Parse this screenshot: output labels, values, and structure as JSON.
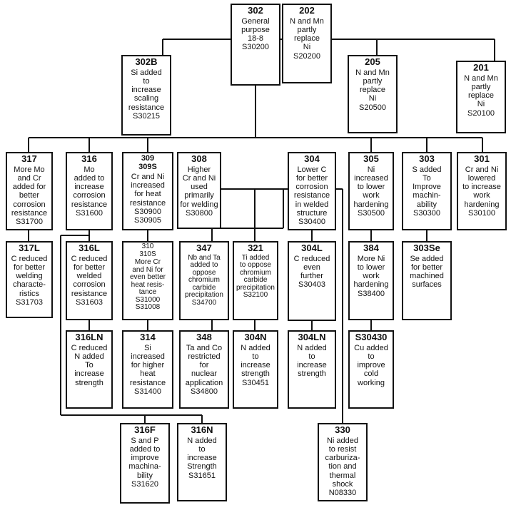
{
  "grades": {
    "g302": {
      "grade": "302",
      "desc": "General\npurpose\n18-8\nS30200"
    },
    "g202": {
      "grade": "202",
      "desc": "N and Mn\npartly\nreplace\nNi\nS20200"
    },
    "g302b": {
      "grade": "302B",
      "desc": "Si added\nto\nincrease\nscaling\nresistance\nS30215"
    },
    "g205": {
      "grade": "205",
      "desc": "N and Mn\npartly\nreplace\nNi\nS20500"
    },
    "g201": {
      "grade": "201",
      "desc": "N and Mn\npartly\nreplace\nNi\nS20100"
    },
    "g317": {
      "grade": "317",
      "desc": "More Mo\nand Cr\nadded for\nbetter\ncorrosion\nresistance\nS31700"
    },
    "g316": {
      "grade": "316",
      "desc": "Mo\nadded to\nincrease\ncorrosion\nresistance\nS31600"
    },
    "g309s": {
      "grade": "309\n309S",
      "desc": "Cr and Ni\nincreased\nfor heat\nresistance\nS30900\nS30905"
    },
    "g308": {
      "grade": "308",
      "desc": "Higher\nCr and Ni\nused\nprimarily\nfor welding\nS30800"
    },
    "g304": {
      "grade": "304",
      "desc": "Lower C\nfor better\ncorrosion\nresistance\nin welded\nstructure\nS30400"
    },
    "g305": {
      "grade": "305",
      "desc": "Ni\nincreased\nto lower\nwork\nhardening\nS30500"
    },
    "g303": {
      "grade": "303",
      "desc": "S added\nTo\nImprove\nmachin-\nability\nS30300"
    },
    "g301": {
      "grade": "301",
      "desc": "Cr and Ni\nlowered\nto increase\nwork\nhardening\nS30100"
    },
    "g317l": {
      "grade": "317L",
      "desc": "C reduced\nfor better\nwelding\ncharacte-\nristics\nS31703"
    },
    "g316l": {
      "grade": "316L",
      "desc": "C reduced\nfor better\nwelded\ncorrosion\nresistance\nS31603"
    },
    "g310s": {
      "grade": "310\n310S",
      "desc": "More Cr\nand Ni for\neven better\nheat resis-\ntance\nS31000\nS31008"
    },
    "g347": {
      "grade": "347",
      "desc": "Nb and Ta\nadded to\noppose\nchromium\ncarbide\nprecipitation\nS34700"
    },
    "g321": {
      "grade": "321",
      "desc": "Ti added\nto oppose\nchromium\ncarbide\nprecipitation\nS32100"
    },
    "g304l": {
      "grade": "304L",
      "desc": "C reduced\neven\nfurther\nS30403"
    },
    "g384": {
      "grade": "384",
      "desc": "More Ni\nto lower\nwork\nhardening\nS38400"
    },
    "g303se": {
      "grade": "303Se",
      "desc": "Se added\nfor better\nmachined\nsurfaces"
    },
    "g316ln": {
      "grade": "316LN",
      "desc": "C reduced\nN added\nTo\nincrease\nstrength"
    },
    "g314": {
      "grade": "314",
      "desc": "Si\nincreased\nfor higher\nheat\nresistance\nS31400"
    },
    "g348": {
      "grade": "348",
      "desc": "Ta and Co\nrestricted\nfor\nnuclear\napplication\nS34800"
    },
    "g304n": {
      "grade": "304N",
      "desc": "N added\nto\nincrease\nstrength\nS30451"
    },
    "g304ln": {
      "grade": "304LN",
      "desc": "N added\nto\nincrease\nstrength"
    },
    "gs30430": {
      "grade": "S30430",
      "desc": "Cu added\nto\nimprove\ncold\nworking"
    },
    "g330": {
      "grade": "330",
      "desc": "Ni added\nto resist\ncarburiza-\ntion and\nthermal\nshock\nN08330"
    },
    "g316f": {
      "grade": "316F",
      "desc": "S and P\nadded to\nimprove\nmachina-\nbility\nS31620"
    },
    "g316n": {
      "grade": "316N",
      "desc": "N added\nto\nincrease\nStrength\nS31651"
    }
  }
}
